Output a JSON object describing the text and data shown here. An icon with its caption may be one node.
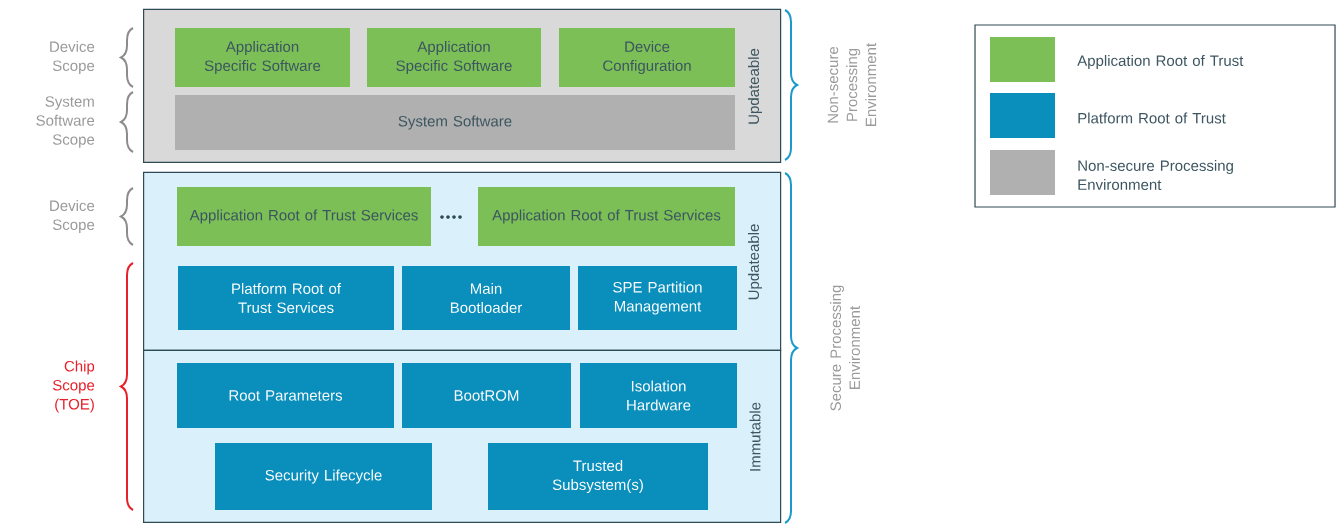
{
  "diagram": {
    "nodes": [
      {
        "text": [
          "Updateable"
        ]
      },
      {
        "text": [
          "Application Specific Software"
        ],
        "in": 0
      },
      {
        "text": [
          "Application Specific Software"
        ],
        "in": 0
      },
      {
        "text": [
          "Device Configuration"
        ],
        "in": 0
      },
      {
        "text": [
          "System Software"
        ],
        "in": 0
      },
      {
        "text": [
          "Updateable"
        ]
      },
      {
        "text": [
          "Application Root of Trust Services"
        ],
        "in": 5
      },
      {
        "text": [
          "Application Root of Trust Services"
        ],
        "in": 5
      },
      {
        "text": [
          "Platform Root of Trust Services"
        ],
        "in": 5
      },
      {
        "text": [
          "Main Bootloader"
        ],
        "in": 5
      },
      {
        "text": [
          "SPE Partition Management"
        ],
        "in": 5
      },
      {
        "text": [
          "Immutable"
        ]
      },
      {
        "text": [
          "Root Parameters"
        ],
        "in": 11
      },
      {
        "text": [
          "BootROM"
        ],
        "in": 11
      },
      {
        "text": [
          "Isolation Hardware"
        ],
        "in": 11
      },
      {
        "text": [
          "Security Lifecycle"
        ],
        "in": 11
      },
      {
        "text": [
          "Trusted Subsystem(s)"
        ],
        "in": 11
      }
    ],
    "labels": [
      "Device Scope",
      "System Software Scope",
      "Non-secure Processing Environment",
      "Device Scope",
      "Chip Scope (TOE)",
      "Secure Processing Environment"
    ],
    "legend": [
      {
        "text": "Application Root of Trust",
        "color": "#7bbf56"
      },
      {
        "text": "Platform Root of Trust",
        "color": "#0a8fbd"
      },
      {
        "text": "Non-secure Processing Environment",
        "color": "#b0b0b0"
      }
    ]
  }
}
